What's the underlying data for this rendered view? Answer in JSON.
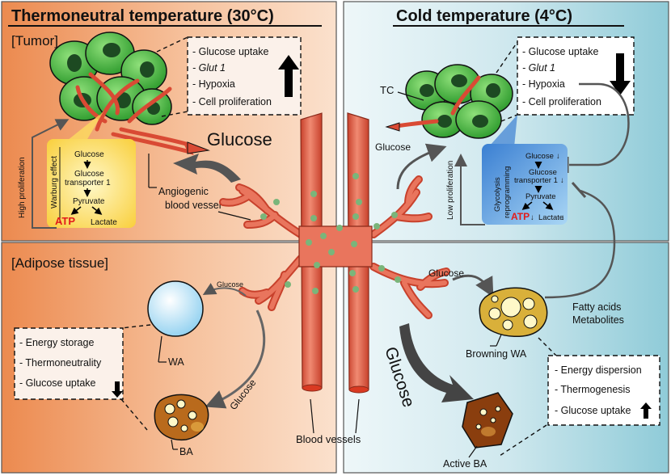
{
  "panels": {
    "left_title": "Thermoneutral temperature (30°C)",
    "right_title": "Cold temperature (4°C)",
    "tumor_label": "[Tumor]",
    "adipose_label": "[Adipose tissue]"
  },
  "left_tumor_box": {
    "items": [
      "- Glucose uptake",
      "- Glut 1",
      "- Hypoxia",
      "- Cell proliferation"
    ]
  },
  "right_tumor_box": {
    "items": [
      "- Glucose uptake",
      "- Glut 1",
      "- Hypoxia",
      "- Cell proliferation"
    ]
  },
  "warburg": {
    "side_label": "Warburg effect",
    "glucose": "Glucose",
    "transporter_1": "Glucose",
    "transporter_2": "transporter 1",
    "pyruvate": "Pyruvate",
    "atp": "ATP",
    "lactate": "Lactate"
  },
  "glycolysis": {
    "side_label_1": "Glycolysis",
    "side_label_2": "reprogramming",
    "glucose": "Glucose",
    "transporter_1": "Glucose",
    "transporter_2": "transporter 1",
    "pyruvate": "Pyruvate",
    "atp": "ATP",
    "lactate": "Lactate",
    "down_mark": "↓"
  },
  "labels": {
    "high_proliferation": "High proliferation",
    "low_proliferation": "Low proliferation",
    "glucose_big_left": "Glucose",
    "glucose_big_right": "Glucose",
    "glucose_small_right": "Glucose",
    "glucose_wa": "Glucose",
    "glucose_ba": "Glucose",
    "glucose_browning": "Glucose",
    "angiogenic_1": "Angiogenic",
    "angiogenic_2": "blood vessel",
    "tc": "TC",
    "fatty_1": "Fatty acids",
    "fatty_2": "Metabolites",
    "blood_vessels": "Blood vessels",
    "wa": "WA",
    "ba": "BA",
    "browning_wa": "Browning WA",
    "active_ba": "Active BA"
  },
  "left_adipose_box": {
    "items": [
      "- Energy storage",
      "- Thermoneutrality",
      "- Glucose uptake"
    ]
  },
  "right_adipose_box": {
    "items": [
      "- Energy dispersion",
      "- Thermogenesis",
      "- Glucose uptake"
    ]
  },
  "colors": {
    "warm_dark": "#e8824a",
    "warm_light": "#fbe3d2",
    "cold_dark": "#7fc4d3",
    "cold_light": "#e9f4f7",
    "vessel": "#d94a34",
    "cell_green": "#3cae3c",
    "glycolysis_blue": "#2f6fc0",
    "warburg_yellow": "#fde45c"
  }
}
